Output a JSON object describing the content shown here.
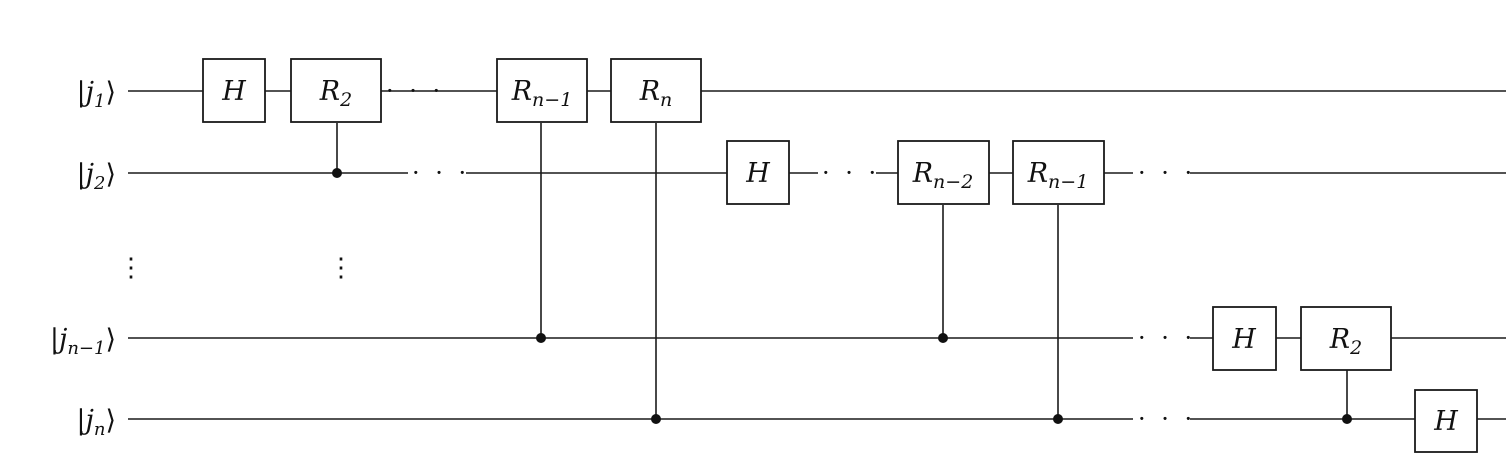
{
  "wires": [
    {
      "id": "j1",
      "label_pre": "|",
      "label_var": "j",
      "label_sub": "1",
      "label_post": "⟩"
    },
    {
      "id": "j2",
      "label_pre": "|",
      "label_var": "j",
      "label_sub": "2",
      "label_post": "⟩"
    },
    {
      "id": "jn1",
      "label_pre": "|",
      "label_var": "j",
      "label_sub": "n−1",
      "label_post": "⟩"
    },
    {
      "id": "jn",
      "label_pre": "|",
      "label_var": "j",
      "label_sub": "n",
      "label_post": "⟩"
    }
  ],
  "gates": [
    {
      "id": "g-h-1",
      "base": "H",
      "sub": "",
      "wire": "j1"
    },
    {
      "id": "g-r2-1",
      "base": "R",
      "sub": "2",
      "wire": "j1",
      "control": "j2"
    },
    {
      "id": "g-rn1-1",
      "base": "R",
      "sub": "n−1",
      "wire": "j1",
      "control": "jn1"
    },
    {
      "id": "g-rn-1",
      "base": "R",
      "sub": "n",
      "wire": "j1",
      "control": "jn"
    },
    {
      "id": "g-h-2",
      "base": "H",
      "sub": "",
      "wire": "j2"
    },
    {
      "id": "g-rn2-2",
      "base": "R",
      "sub": "n−2",
      "wire": "j2",
      "control": "jn1"
    },
    {
      "id": "g-rn1-2",
      "base": "R",
      "sub": "n−1",
      "wire": "j2",
      "control": "jn"
    },
    {
      "id": "g-h-n1",
      "base": "H",
      "sub": "",
      "wire": "jn1"
    },
    {
      "id": "g-r2-n1",
      "base": "R",
      "sub": "2",
      "wire": "jn1",
      "control": "jn"
    },
    {
      "id": "g-h-n",
      "base": "H",
      "sub": "",
      "wire": "jn"
    }
  ],
  "ellipsis_horizontal": "· · ·",
  "ellipsis_vertical": "⋮"
}
